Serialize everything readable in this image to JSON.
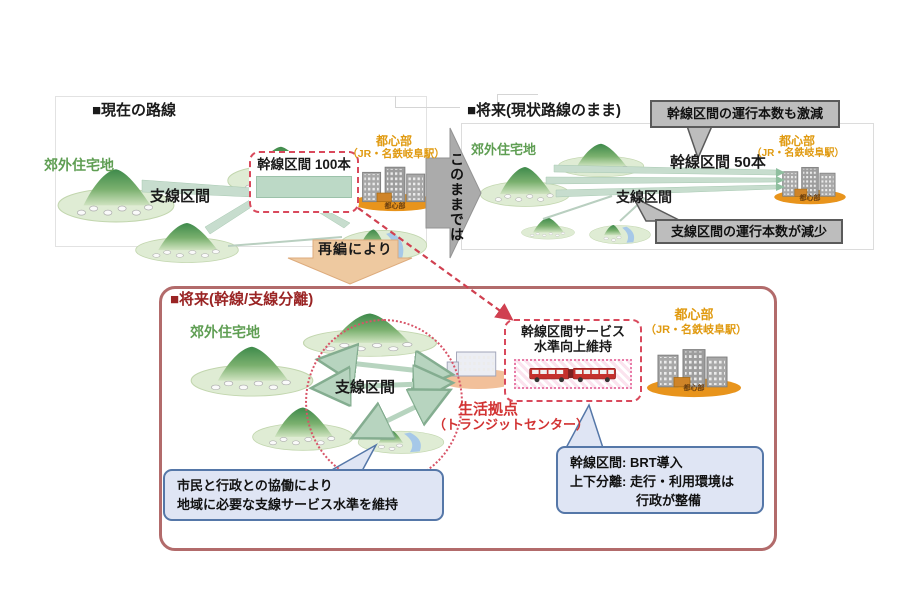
{
  "colors": {
    "accent_red": "#d9495c",
    "dark_red_title": "#9a2424",
    "suburb_green": "#5f9e53",
    "city_orange": "#e09a10",
    "trunk_bar_green": "#bcd9c6",
    "callout_gray": "#bdbdbd",
    "callout_blue": "#dfe5f4",
    "reorg_arrow_tan": "#eec9a0",
    "stay_arrow_gray": "#ababab"
  },
  "current": {
    "title": "■現在の路線",
    "suburb": "郊外住宅地",
    "branch": "支線区間",
    "trunk": "幹線区間 100本",
    "city": "都心部",
    "station": "（JR・名鉄岐阜駅）",
    "city_small": "都心部"
  },
  "future_same": {
    "title": "■将来(現状路線のまま)",
    "callout_trunk": "幹線区間の運行本数も激減",
    "suburb": "郊外住宅地",
    "trunk": "幹線区間 50本",
    "branch": "支線区間",
    "callout_branch": "支線区間の運行本数が減少",
    "city": "都心部",
    "station": "（JR・名鉄岐阜駅）",
    "city_small": "都心部"
  },
  "transition": {
    "stay": "このままでは",
    "reorg": "再編により"
  },
  "future_split": {
    "title": "■将来(幹線/支線分離)",
    "suburb": "郊外住宅地",
    "branch": "支線区間",
    "hub1": "生活拠点",
    "hub2": "（トランジットセンター）",
    "service1": "幹線区間サービス",
    "service2": "水準向上維持",
    "city": "都心部",
    "station": "（JR・名鉄岐阜駅）",
    "city_small": "都心部",
    "callout_citizen1": "市民と行政との協働により",
    "callout_citizen2": "地域に必要な支線サービス水準を維持",
    "callout_brt1": "幹線区間: BRT導入",
    "callout_brt2": "上下分離: 走行・利用環境は",
    "callout_brt3": "行政が整備"
  }
}
